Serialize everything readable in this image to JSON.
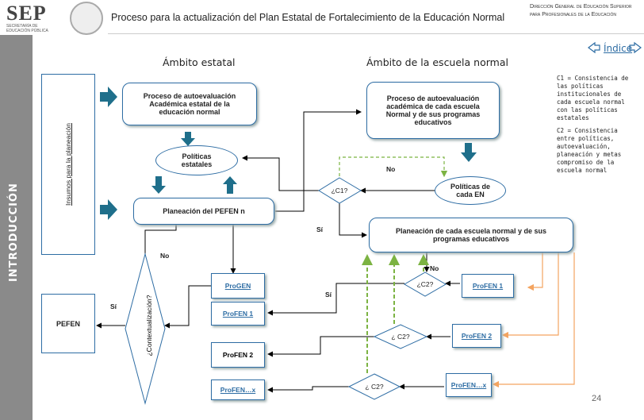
{
  "header": {
    "logo_text": "SEP",
    "logo_subtitle": "SECRETARÍA DE EDUCACIÓN PÚBLICA",
    "title": "Proceso para la actualización del Plan Estatal de Fortalecimiento de la Educación Normal",
    "right_text": "Dirección General de Educación Superior para Profesionales de la Educación"
  },
  "sidebar": {
    "label": "INTRODUCCIÓN"
  },
  "nav": {
    "index_label": "Índice"
  },
  "diagram": {
    "section_state": "Ámbito estatal",
    "section_school": "Ámbito de la escuela normal",
    "insumos": "Insumos para la planeación",
    "pefen": "PEFEN",
    "state_process": "Proceso de autoevaluación Académica estatal de la educación normal",
    "state_policies": "Políticas estatales",
    "planning_pefen": "Planeación del PEFEN n",
    "contextualization": "¿Contextualización?",
    "school_process": "Proceso de autoevaluación académica de cada escuela Normal y de sus programas educativos",
    "school_policies": "Políticas de cada EN",
    "school_planning": "Planeación de cada escuela normal y de sus programas educativos",
    "c1": "¿C1?",
    "c2_a": "¿C2?",
    "c2_b": "¿ C2?",
    "c2_c": "¿ C2?",
    "progen": "ProGEN",
    "profen1_left": "ProFEN 1",
    "profen2_left": "ProFEN 2",
    "profenx_left": "ProFEN…x",
    "profen1_right": "ProFEN 1",
    "profen2_right": "ProFEN 2",
    "profenx_right": "ProFEN…x",
    "no_1": "No",
    "si_1": "Sí",
    "no_2": "No",
    "si_2": "Sí",
    "no_3": "No",
    "si_3": "Sí"
  },
  "notes": {
    "c1": "C1 = Consistencia de las políticas institucionales de cada escuela normal con las políticas estatales",
    "c2": "C2 = Consistencia entre políticas, autoevaluación, planeación y metas compromiso de la escuela normal"
  },
  "page_number": "24",
  "colors": {
    "accent": "#2e6da4",
    "arrow_blue": "#1f6f8b",
    "orange": "#f4a460",
    "green_dash": "#7cb342"
  }
}
